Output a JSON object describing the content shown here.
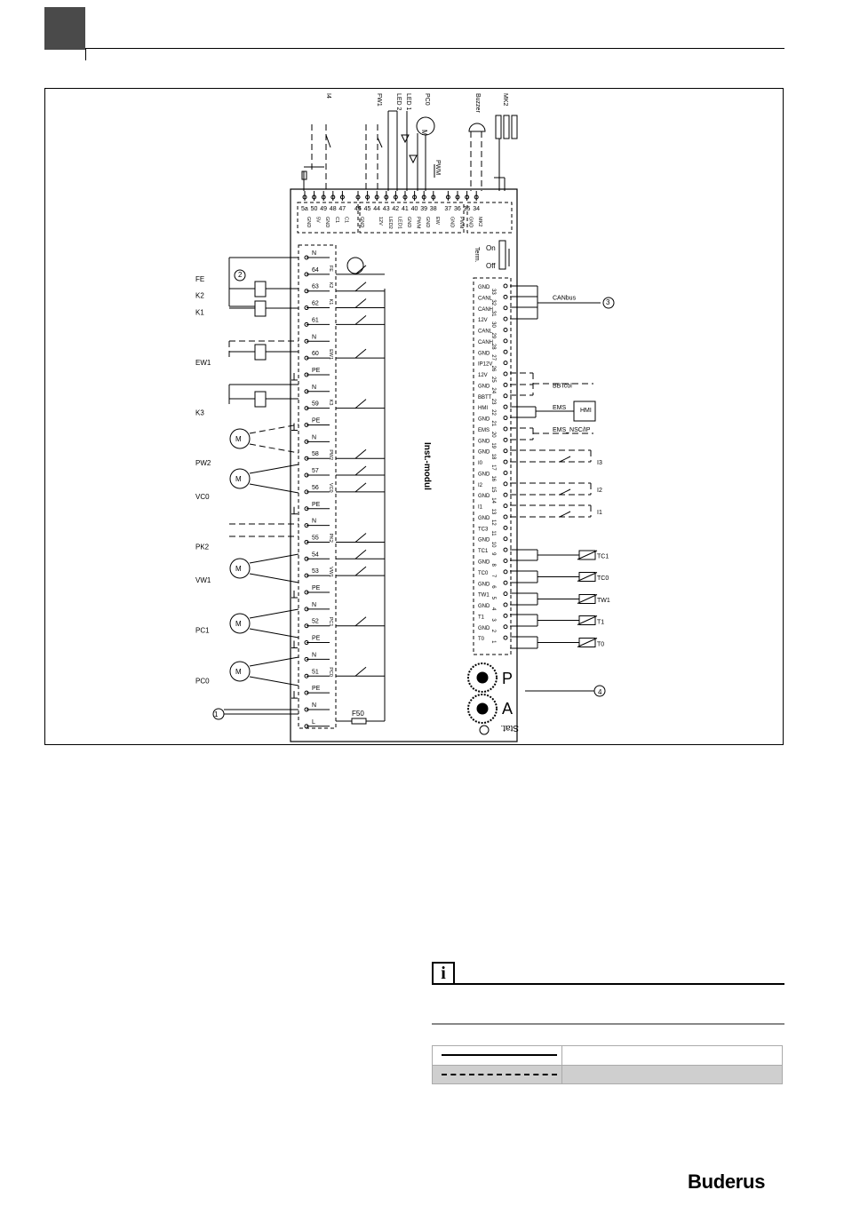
{
  "brand": {
    "name": "Buderus"
  },
  "info_icon": {
    "glyph": "i"
  },
  "module": {
    "name": "Inst.-modul"
  },
  "switch": {
    "on": "On",
    "off": "Off",
    "term": "Term."
  },
  "coder": {
    "p": "P",
    "a": "A",
    "stat": "Stat."
  },
  "fuse": "F50",
  "callouts": {
    "one": "1",
    "two": "2",
    "three": "3",
    "four": "4"
  },
  "motor_letter": "M",
  "pwm": "PWM",
  "hmi_box": "HMI",
  "top_devices": [
    "I4",
    "FW1",
    "LED 2",
    "LED 1",
    "PC0",
    "Buzzer",
    "MK2"
  ],
  "top_terminals": [
    {
      "n": "5a",
      "s": "GND"
    },
    {
      "n": "50",
      "s": "5V"
    },
    {
      "n": "49",
      "s": "GND"
    },
    {
      "n": "48",
      "s": "C1"
    },
    {
      "n": "47",
      "s": "C1"
    },
    {
      "n": "46",
      "s": "GND"
    },
    {
      "n": "45",
      "s": ""
    },
    {
      "n": "44",
      "s": "12V"
    },
    {
      "n": "43",
      "s": "LED2"
    },
    {
      "n": "42",
      "s": "LED1"
    },
    {
      "n": "41",
      "s": "GND"
    },
    {
      "n": "40",
      "s": "PWM"
    },
    {
      "n": "39",
      "s": "GND"
    },
    {
      "n": "38",
      "s": "EW"
    },
    {
      "n": "37",
      "s": "GND"
    },
    {
      "n": "36",
      "s": "PWM"
    },
    {
      "n": "35",
      "s": "GND"
    },
    {
      "n": "34",
      "s": "MK2"
    }
  ],
  "left_terminals": [
    {
      "n": "N",
      "s": ""
    },
    {
      "n": "64",
      "s": "FE"
    },
    {
      "n": "63",
      "s": "K2"
    },
    {
      "n": "62",
      "s": "K1"
    },
    {
      "n": "61",
      "s": ""
    },
    {
      "n": "N",
      "s": ""
    },
    {
      "n": "60",
      "s": "EW1"
    },
    {
      "n": "PE",
      "s": ""
    },
    {
      "n": "N",
      "s": ""
    },
    {
      "n": "59",
      "s": "K3"
    },
    {
      "n": "PE",
      "s": ""
    },
    {
      "n": "N",
      "s": ""
    },
    {
      "n": "58",
      "s": "PW2"
    },
    {
      "n": "57",
      "s": ""
    },
    {
      "n": "56",
      "s": "VC0"
    },
    {
      "n": "PE",
      "s": ""
    },
    {
      "n": "N",
      "s": ""
    },
    {
      "n": "55",
      "s": "PK2"
    },
    {
      "n": "54",
      "s": ""
    },
    {
      "n": "53",
      "s": "VW1"
    },
    {
      "n": "PE",
      "s": ""
    },
    {
      "n": "N",
      "s": ""
    },
    {
      "n": "52",
      "s": "PC1"
    },
    {
      "n": "PE",
      "s": ""
    },
    {
      "n": "N",
      "s": ""
    },
    {
      "n": "51",
      "s": "PC0"
    },
    {
      "n": "PE",
      "s": ""
    },
    {
      "n": "N",
      "s": ""
    },
    {
      "n": "L",
      "s": ""
    }
  ],
  "left_devices": [
    {
      "label": "FE",
      "row": 1
    },
    {
      "label": "K2",
      "row": 2
    },
    {
      "label": "K1",
      "row": 3
    },
    {
      "label": "EW1",
      "row": 6
    },
    {
      "label": "K3",
      "row": 9
    },
    {
      "label": "PW2",
      "row": 12
    },
    {
      "label": "VC0",
      "row": 14
    },
    {
      "label": "PK2",
      "row": 17
    },
    {
      "label": "VW1",
      "row": 19
    },
    {
      "label": "PC1",
      "row": 22
    },
    {
      "label": "PC0",
      "row": 25
    }
  ],
  "right_terminals": [
    {
      "n": "33",
      "s": "GND"
    },
    {
      "n": "32",
      "s": "CANL"
    },
    {
      "n": "31",
      "s": "CANH"
    },
    {
      "n": "30",
      "s": "12V"
    },
    {
      "n": "29",
      "s": "CANL"
    },
    {
      "n": "28",
      "s": "CANH"
    },
    {
      "n": "27",
      "s": "GND"
    },
    {
      "n": "26",
      "s": "IP12V"
    },
    {
      "n": "25",
      "s": "12V"
    },
    {
      "n": "24",
      "s": "GND"
    },
    {
      "n": "23",
      "s": "BBTT"
    },
    {
      "n": "22",
      "s": "HMI"
    },
    {
      "n": "21",
      "s": "GND"
    },
    {
      "n": "20",
      "s": "EMS"
    },
    {
      "n": "19",
      "s": "GND"
    },
    {
      "n": "18",
      "s": "GND"
    },
    {
      "n": "17",
      "s": "I0"
    },
    {
      "n": "16",
      "s": "GND"
    },
    {
      "n": "15",
      "s": "I2"
    },
    {
      "n": "14",
      "s": "GND"
    },
    {
      "n": "13",
      "s": "I1"
    },
    {
      "n": "12",
      "s": "GND"
    },
    {
      "n": "11",
      "s": "TC3"
    },
    {
      "n": "10",
      "s": "GND"
    },
    {
      "n": "9",
      "s": "TC1"
    },
    {
      "n": "8",
      "s": "GND"
    },
    {
      "n": "7",
      "s": "TC0"
    },
    {
      "n": "6",
      "s": "GND"
    },
    {
      "n": "5",
      "s": "TW1"
    },
    {
      "n": "4",
      "s": "GND"
    },
    {
      "n": "3",
      "s": "T1"
    },
    {
      "n": "2",
      "s": "GND"
    },
    {
      "n": "1",
      "s": "T0"
    }
  ],
  "right_devices": [
    {
      "label": "CANbus",
      "row": 1
    },
    {
      "label": "BBTcol",
      "row": 9
    },
    {
      "label": "EMS",
      "row": 11
    },
    {
      "label": "EMS_NSC/IP",
      "row": 13
    },
    {
      "label": "I3",
      "row": 16
    },
    {
      "label": "I2",
      "row": 18.5
    },
    {
      "label": "I1",
      "row": 20.5
    },
    {
      "label": "TC1",
      "row": 24.5
    },
    {
      "label": "TC0",
      "row": 26.5
    },
    {
      "label": "TW1",
      "row": 28.5
    },
    {
      "label": "T1",
      "row": 30.5
    },
    {
      "label": "T0",
      "row": 32.5
    }
  ]
}
